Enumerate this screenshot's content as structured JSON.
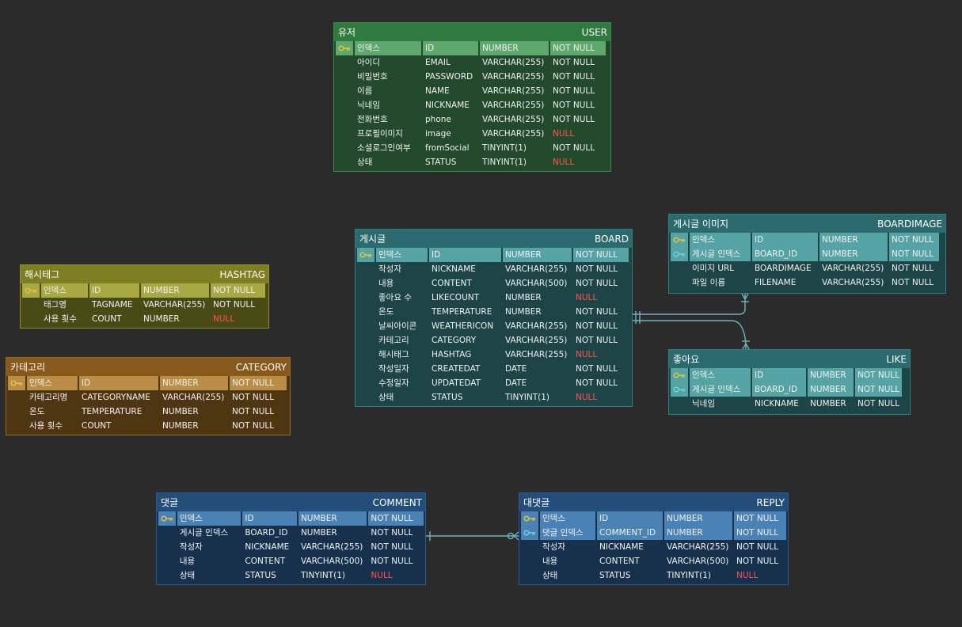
{
  "tables": {
    "user": {
      "title": "유저",
      "name": "USER",
      "rows": [
        {
          "label": "인덱스",
          "column": "ID",
          "type": "NUMBER",
          "nullable": "NOT NULL",
          "key": "pk"
        },
        {
          "label": "아이디",
          "column": "EMAIL",
          "type": "VARCHAR(255)",
          "nullable": "NOT NULL",
          "key": ""
        },
        {
          "label": "비밀번호",
          "column": "PASSWORD",
          "type": "VARCHAR(255)",
          "nullable": "NOT NULL",
          "key": ""
        },
        {
          "label": "이름",
          "column": "NAME",
          "type": "VARCHAR(255)",
          "nullable": "NOT NULL",
          "key": ""
        },
        {
          "label": "닉네임",
          "column": "NICKNAME",
          "type": "VARCHAR(255)",
          "nullable": "NOT NULL",
          "key": ""
        },
        {
          "label": "전화번호",
          "column": "phone",
          "type": "VARCHAR(255)",
          "nullable": "NOT NULL",
          "key": ""
        },
        {
          "label": "프로필이미지",
          "column": "image",
          "type": "VARCHAR(255)",
          "nullable": "NULL",
          "key": ""
        },
        {
          "label": "소셜로그인여부",
          "column": "fromSocial",
          "type": "TINYINT(1)",
          "nullable": "NOT NULL",
          "key": ""
        },
        {
          "label": "상태",
          "column": "STATUS",
          "type": "TINYINT(1)",
          "nullable": "NULL",
          "key": ""
        }
      ]
    },
    "board": {
      "title": "게시글",
      "name": "BOARD",
      "rows": [
        {
          "label": "인덱스",
          "column": "ID",
          "type": "NUMBER",
          "nullable": "NOT NULL",
          "key": "pk"
        },
        {
          "label": "작성자",
          "column": "NICKNAME",
          "type": "VARCHAR(255)",
          "nullable": "NOT NULL",
          "key": ""
        },
        {
          "label": "내용",
          "column": "CONTENT",
          "type": "VARCHAR(500)",
          "nullable": "NOT NULL",
          "key": ""
        },
        {
          "label": "좋아요 수",
          "column": "LIKECOUNT",
          "type": "NUMBER",
          "nullable": "NULL",
          "key": ""
        },
        {
          "label": "온도",
          "column": "TEMPERATURE",
          "type": "NUMBER",
          "nullable": "NOT NULL",
          "key": ""
        },
        {
          "label": "날씨아이콘",
          "column": "WEATHERICON",
          "type": "VARCHAR(255)",
          "nullable": "NOT NULL",
          "key": ""
        },
        {
          "label": "카테고리",
          "column": "CATEGORY",
          "type": "VARCHAR(255)",
          "nullable": "NOT NULL",
          "key": ""
        },
        {
          "label": "해시태그",
          "column": "HASHTAG",
          "type": "VARCHAR(255)",
          "nullable": "NULL",
          "key": ""
        },
        {
          "label": "작성일자",
          "column": "CREATEDAT",
          "type": "DATE",
          "nullable": "NOT NULL",
          "key": ""
        },
        {
          "label": "수정일자",
          "column": "UPDATEDAT",
          "type": "DATE",
          "nullable": "NOT NULL",
          "key": ""
        },
        {
          "label": "상태",
          "column": "STATUS",
          "type": "TINYINT(1)",
          "nullable": "NULL",
          "key": ""
        }
      ]
    },
    "boardimage": {
      "title": "게시글 이미지",
      "name": "BOARDIMAGE",
      "rows": [
        {
          "label": "인덱스",
          "column": "ID",
          "type": "NUMBER",
          "nullable": "NOT NULL",
          "key": "pk"
        },
        {
          "label": "게시글 인덱스",
          "column": "BOARD_ID",
          "type": "NUMBER",
          "nullable": "NOT NULL",
          "key": "fk"
        },
        {
          "label": "이미지 URL",
          "column": "BOARDIMAGE",
          "type": "VARCHAR(255)",
          "nullable": "NOT NULL",
          "key": ""
        },
        {
          "label": "파일 이름",
          "column": "FILENAME",
          "type": "VARCHAR(255)",
          "nullable": "NOT NULL",
          "key": ""
        }
      ]
    },
    "like": {
      "title": "좋아요",
      "name": "LIKE",
      "rows": [
        {
          "label": "인덱스",
          "column": "ID",
          "type": "NUMBER",
          "nullable": "NOT NULL",
          "key": "pk"
        },
        {
          "label": "게시글 인덱스",
          "column": "BOARD_ID",
          "type": "NUMBER",
          "nullable": "NOT NULL",
          "key": "fk"
        },
        {
          "label": "닉네임",
          "column": "NICKNAME",
          "type": "NUMBER",
          "nullable": "NOT NULL",
          "key": ""
        }
      ]
    },
    "hashtag": {
      "title": "해시태그",
      "name": "HASHTAG",
      "rows": [
        {
          "label": "인덱스",
          "column": "ID",
          "type": "NUMBER",
          "nullable": "NOT NULL",
          "key": "pk"
        },
        {
          "label": "태그명",
          "column": "TAGNAME",
          "type": "VARCHAR(255)",
          "nullable": "NOT NULL",
          "key": ""
        },
        {
          "label": "사용 횟수",
          "column": "COUNT",
          "type": "NUMBER",
          "nullable": "NULL",
          "key": ""
        }
      ]
    },
    "category": {
      "title": "카테고리",
      "name": "CATEGORY",
      "rows": [
        {
          "label": "인덱스",
          "column": "ID",
          "type": "NUMBER",
          "nullable": "NOT NULL",
          "key": "pk"
        },
        {
          "label": "카테고리명",
          "column": "CATEGORYNAME",
          "type": "VARCHAR(255)",
          "nullable": "NOT NULL",
          "key": ""
        },
        {
          "label": "온도",
          "column": "TEMPERATURE",
          "type": "NUMBER",
          "nullable": "NOT NULL",
          "key": ""
        },
        {
          "label": "사용 횟수",
          "column": "COUNT",
          "type": "NUMBER",
          "nullable": "NOT NULL",
          "key": ""
        }
      ]
    },
    "comment": {
      "title": "댓글",
      "name": "COMMENT",
      "rows": [
        {
          "label": "인덱스",
          "column": "ID",
          "type": "NUMBER",
          "nullable": "NOT NULL",
          "key": "pk"
        },
        {
          "label": "게시글 인덱스",
          "column": "BOARD_ID",
          "type": "NUMBER",
          "nullable": "NOT NULL",
          "key": ""
        },
        {
          "label": "작성자",
          "column": "NICKNAME",
          "type": "VARCHAR(255)",
          "nullable": "NOT NULL",
          "key": ""
        },
        {
          "label": "내용",
          "column": "CONTENT",
          "type": "VARCHAR(500)",
          "nullable": "NOT NULL",
          "key": ""
        },
        {
          "label": "상태",
          "column": "STATUS",
          "type": "TINYINT(1)",
          "nullable": "NULL",
          "key": ""
        }
      ]
    },
    "reply": {
      "title": "대댓글",
      "name": "REPLY",
      "rows": [
        {
          "label": "인덱스",
          "column": "ID",
          "type": "NUMBER",
          "nullable": "NOT NULL",
          "key": "pk"
        },
        {
          "label": "댓글 인덱스",
          "column": "COMMENT_ID",
          "type": "NUMBER",
          "nullable": "NOT NULL",
          "key": "fk"
        },
        {
          "label": "작성자",
          "column": "NICKNAME",
          "type": "VARCHAR(255)",
          "nullable": "NOT NULL",
          "key": ""
        },
        {
          "label": "내용",
          "column": "CONTENT",
          "type": "VARCHAR(500)",
          "nullable": "NOT NULL",
          "key": ""
        },
        {
          "label": "상태",
          "column": "STATUS",
          "type": "TINYINT(1)",
          "nullable": "NULL",
          "key": ""
        }
      ]
    }
  },
  "colors": {
    "background": "#2b2b2b",
    "connector": "#6fb5bd",
    "null_text": "#ff5252",
    "pk_key_icon": "#e8c33a",
    "fk_key_icon": "#6fd1dd"
  },
  "relationships": [
    {
      "from": "board",
      "to": "boardimage",
      "kind": "one-to-many"
    },
    {
      "from": "board",
      "to": "like",
      "kind": "one-to-many"
    },
    {
      "from": "comment",
      "to": "reply",
      "kind": "one-to-zero-or-many"
    }
  ]
}
